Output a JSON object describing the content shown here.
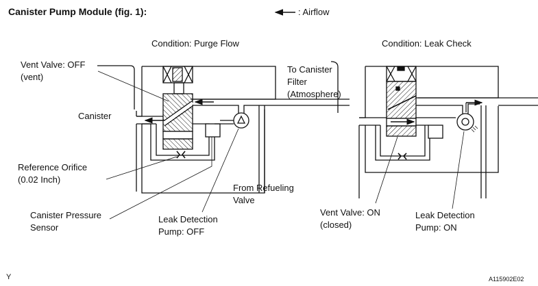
{
  "title": "Canister Pump Module (fig. 1):",
  "legend": {
    "icon": "arrow-left-icon",
    "label": ": Airflow"
  },
  "panels": [
    {
      "condition": "Condition: Purge Flow",
      "labels": {
        "vent_valve": [
          "Vent Valve: OFF",
          "(vent)"
        ],
        "canister": "Canister",
        "reference_orifice": [
          "Reference Orifice",
          "(0.02 Inch)"
        ],
        "pressure_sensor": [
          "Canister Pressure",
          "Sensor"
        ],
        "pump": [
          "Leak Detection",
          "Pump: OFF"
        ]
      }
    },
    {
      "condition": "Condition: Leak Check",
      "labels": {
        "vent_valve": [
          "Vent Valve: ON",
          "(closed)"
        ],
        "pump": [
          "Leak Detection",
          "Pump: ON"
        ]
      }
    }
  ],
  "shared_labels": {
    "to_canister_filter": [
      "To Canister",
      "Filter",
      "(Atmosphere)"
    ],
    "from_refueling_valve": [
      "From Refueling",
      "Valve"
    ]
  },
  "footer": {
    "left_mark": "Y",
    "figure_id": "A115902E02"
  }
}
